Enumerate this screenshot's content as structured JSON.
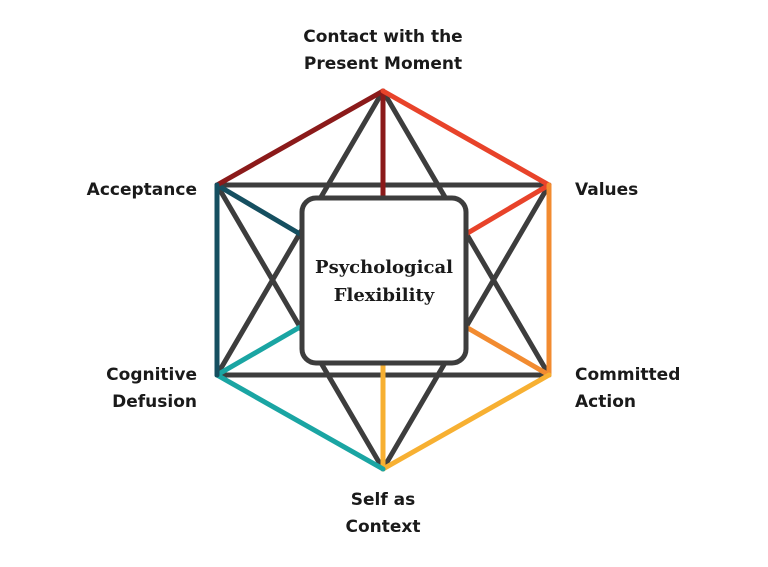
{
  "nodes": {
    "top": {
      "line1": "Contact with the",
      "line2": "Present Moment"
    },
    "upper_left": {
      "line1": "Acceptance"
    },
    "upper_right": {
      "line1": "Values"
    },
    "lower_left": {
      "line1": "Cognitive",
      "line2": "Defusion"
    },
    "lower_right": {
      "line1": "Committed",
      "line2": "Action"
    },
    "bottom": {
      "line1": "Self as",
      "line2": "Context"
    }
  },
  "center": {
    "line1": "Psychological",
    "line2": "Flexibility"
  },
  "colors": {
    "dark_line": "#3d3d3d",
    "present_moment": "#8b1a1a",
    "values": "#e8432a",
    "committed_action": "#f28b30",
    "self_as_context": "#f7b032",
    "cognitive_defusion": "#1aa5a3",
    "acceptance": "#154f60",
    "box_border": "#3d3d3d"
  }
}
